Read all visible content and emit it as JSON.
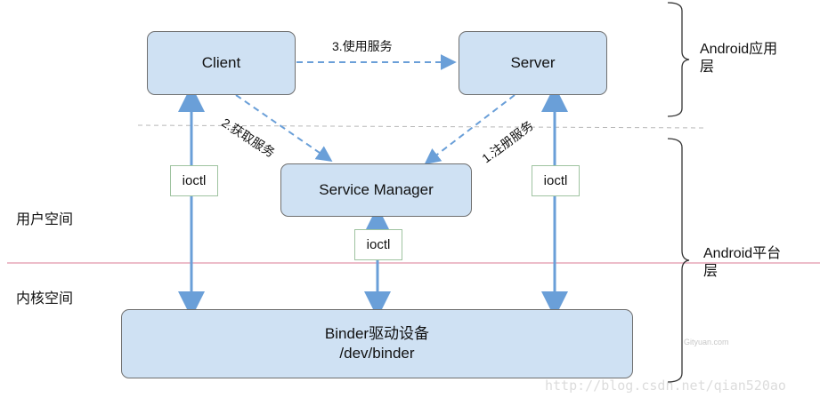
{
  "diagram": {
    "client": "Client",
    "server": "Server",
    "service_manager": "Service Manager",
    "binder_line1": "Binder驱动设备",
    "binder_line2": "/dev/binder",
    "step1": "1.注册服务",
    "step2": "2.获取服务",
    "step3": "3.使用服务",
    "ioctl": "ioctl",
    "user_space": "用户空间",
    "kernel_space": "内核空间",
    "android_app_layer": "Android应用层",
    "android_platform_layer": "Android平台层",
    "watermark": "Gityuan.com",
    "watermark_url": "http://blog.csdn.net/qian520ao"
  },
  "colors": {
    "box_fill": "#cfe1f3",
    "arrow": "#6a9fd8",
    "divider_red": "#e7a7b8"
  }
}
